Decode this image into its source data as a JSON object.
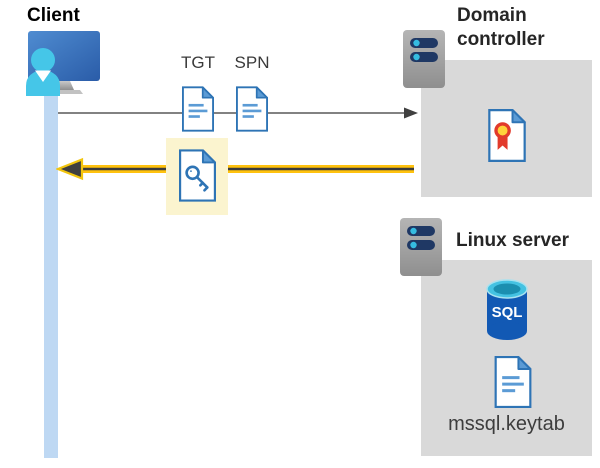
{
  "client": {
    "label": "Client"
  },
  "flow": {
    "tgt_label": "TGT",
    "spn_label": "SPN"
  },
  "domain_controller": {
    "label": "Domain controller"
  },
  "linux_server": {
    "label": "Linux server",
    "sql_label": "SQL",
    "keytab_label": "mssql.keytab"
  },
  "colors": {
    "accent_yellow": "#FFC20E",
    "highlight_box_yellow": "#FBF4CF",
    "panel_gray": "#D9D9D9",
    "doc_border_blue": "#2E74B5",
    "doc_fill_blue": "#5B9BD5",
    "arrow_gray": "#595959",
    "arrowhead_dark": "#3F3F3F",
    "client_bar_blue": "#BED8F3",
    "person_cyan": "#45C6E8",
    "monitor_blue": "#3573BE",
    "sql_body_blue": "#1259B4",
    "sql_top_cyan": "#44C2E2",
    "cert_red": "#E23A2B",
    "cert_gold": "#FFD23B",
    "server_bar_navy": "#1F3864",
    "server_dot_cyan": "#35BCE1"
  }
}
